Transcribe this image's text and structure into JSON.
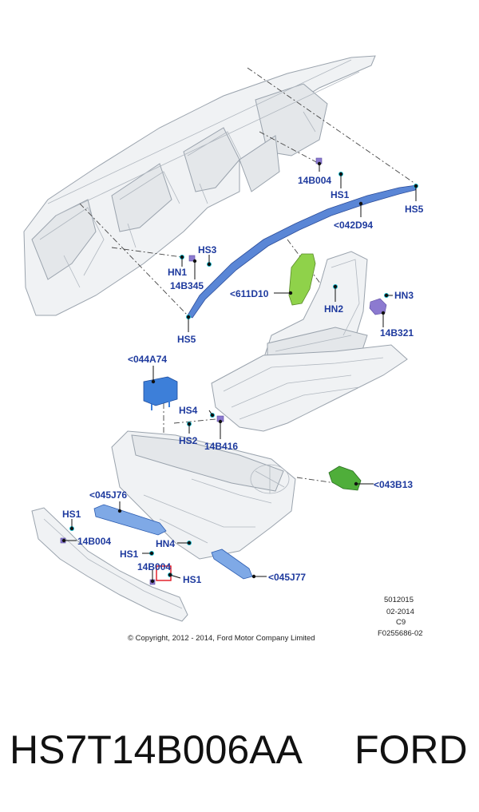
{
  "labels": {
    "l_14b004_top": "14B004",
    "l_hs1_top": "HS1",
    "l_hs5_top": "HS5",
    "l_042d94": "<042D94",
    "l_hs3": "HS3",
    "l_hn1": "HN1",
    "l_14b345": "14B345",
    "l_611d10": "<611D10",
    "l_hn2": "HN2",
    "l_hn3": "HN3",
    "l_14b321": "14B321",
    "l_hs5_bottom": "HS5",
    "l_044a74": "<044A74",
    "l_hs4": "HS4",
    "l_hs2": "HS2",
    "l_14b416": "14B416",
    "l_043b13": "<043B13",
    "l_045j76": "<045J76",
    "l_hs1_left": "HS1",
    "l_14b004_left": "14B004",
    "l_hn4": "HN4",
    "l_hs1_mid": "HS1",
    "l_14b004_bottom": "14B004",
    "l_hs1_bottom": "HS1",
    "l_045j77": "<045J77"
  },
  "meta": {
    "line1": "5012015",
    "line2": "02-2014",
    "line3": "C9",
    "line4": "F0255686-02"
  },
  "copyright": "© Copyright, 2012 - 2014, Ford Motor Company Limited",
  "caption": {
    "part_number": "HS7T14B006AA",
    "brand": "FORD"
  },
  "colors": {
    "label_blue": "#1e3a9e",
    "airbag_blue": "#3d7fd9",
    "airbag_green": "#8fd24a",
    "clip_cyan": "#15c3d8",
    "sensor_purple": "#8c7ad0",
    "highlight_red": "#e0141e"
  },
  "icons": {
    "clip": "cyan-clip-icon",
    "sensor": "purple-sensor-icon"
  }
}
